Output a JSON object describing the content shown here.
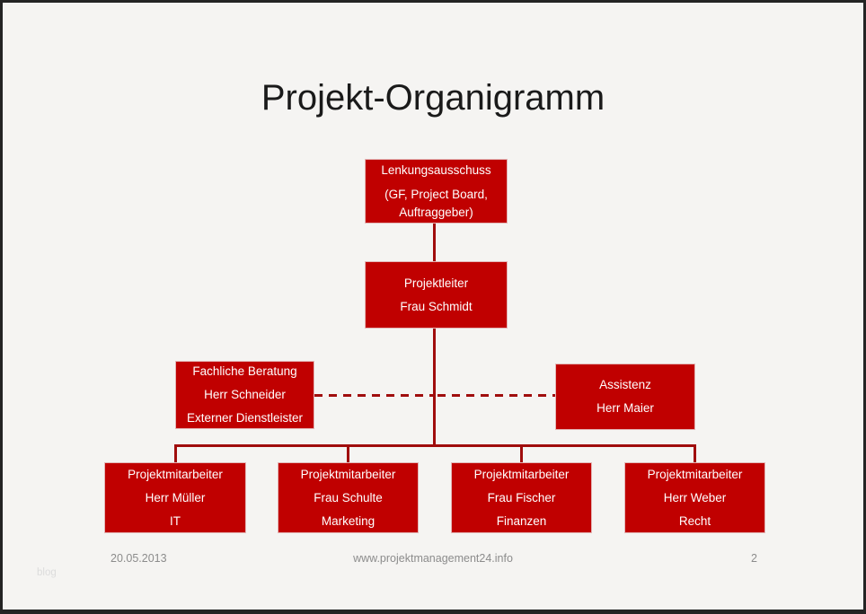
{
  "slide": {
    "title": "Projekt-Organigramm",
    "footer": {
      "date": "20.05.2013",
      "url": "www.projektmanagement24.info",
      "page": "2"
    },
    "watermark": "blog"
  },
  "org": {
    "board": {
      "lines": [
        "Lenkungsausschuss",
        "(GF, Project Board, Auftraggeber)"
      ]
    },
    "leader": {
      "lines": [
        "Projektleiter",
        "Frau Schmidt"
      ]
    },
    "advisor": {
      "lines": [
        "Fachliche Beratung",
        "Herr Schneider",
        "Externer Dienstleister"
      ]
    },
    "assistant": {
      "lines": [
        "Assistenz",
        "Herr Maier"
      ]
    },
    "members": [
      {
        "lines": [
          "Projektmitarbeiter",
          "Herr Müller",
          "IT"
        ]
      },
      {
        "lines": [
          "Projektmitarbeiter",
          "Frau Schulte",
          "Marketing"
        ]
      },
      {
        "lines": [
          "Projektmitarbeiter",
          "Frau Fischer",
          "Finanzen"
        ]
      },
      {
        "lines": [
          "Projektmitarbeiter",
          "Herr Weber",
          "Recht"
        ]
      }
    ]
  },
  "colors": {
    "box-fill": "#c00000",
    "box-border": "#e3b6b6",
    "connector": "#a00d0d",
    "title": "#1a1a1a",
    "footer-text": "#8c8c8c",
    "watermark": "#dcdcdc",
    "slide-bg": "#f5f4f2",
    "frame": "#242424"
  }
}
